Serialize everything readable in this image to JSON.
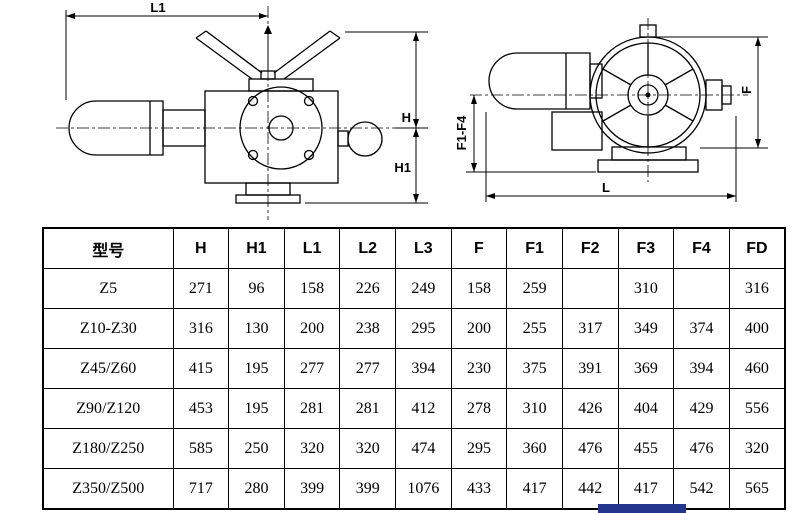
{
  "diagram": {
    "side_view": {
      "l1": "L1",
      "h": "H",
      "h1": "H1"
    },
    "front_view": {
      "f": "F",
      "f1_f4": "F1-F4",
      "l": "L"
    }
  },
  "table": {
    "headers": [
      "型号",
      "H",
      "H1",
      "L1",
      "L2",
      "L3",
      "F",
      "F1",
      "F2",
      "F3",
      "F4",
      "FD"
    ],
    "rows": [
      {
        "model": "Z5",
        "values": [
          "271",
          "96",
          "158",
          "226",
          "249",
          "158",
          "259",
          "",
          "310",
          "",
          "316"
        ]
      },
      {
        "model": "Z10-Z30",
        "values": [
          "316",
          "130",
          "200",
          "238",
          "295",
          "200",
          "255",
          "317",
          "349",
          "374",
          "400"
        ]
      },
      {
        "model": "Z45/Z60",
        "values": [
          "415",
          "195",
          "277",
          "277",
          "394",
          "230",
          "375",
          "391",
          "369",
          "394",
          "460"
        ]
      },
      {
        "model": "Z90/Z120",
        "values": [
          "453",
          "195",
          "281",
          "281",
          "412",
          "278",
          "310",
          "426",
          "404",
          "429",
          "556"
        ]
      },
      {
        "model": "Z180/Z250",
        "values": [
          "585",
          "250",
          "320",
          "320",
          "474",
          "295",
          "360",
          "476",
          "455",
          "476",
          "320"
        ]
      },
      {
        "model": "Z350/Z500",
        "values": [
          "717",
          "280",
          "399",
          "399",
          "1076",
          "433",
          "417",
          "442",
          "417",
          "542",
          "565"
        ]
      }
    ]
  },
  "watermark": {
    "color": "#22368c"
  }
}
